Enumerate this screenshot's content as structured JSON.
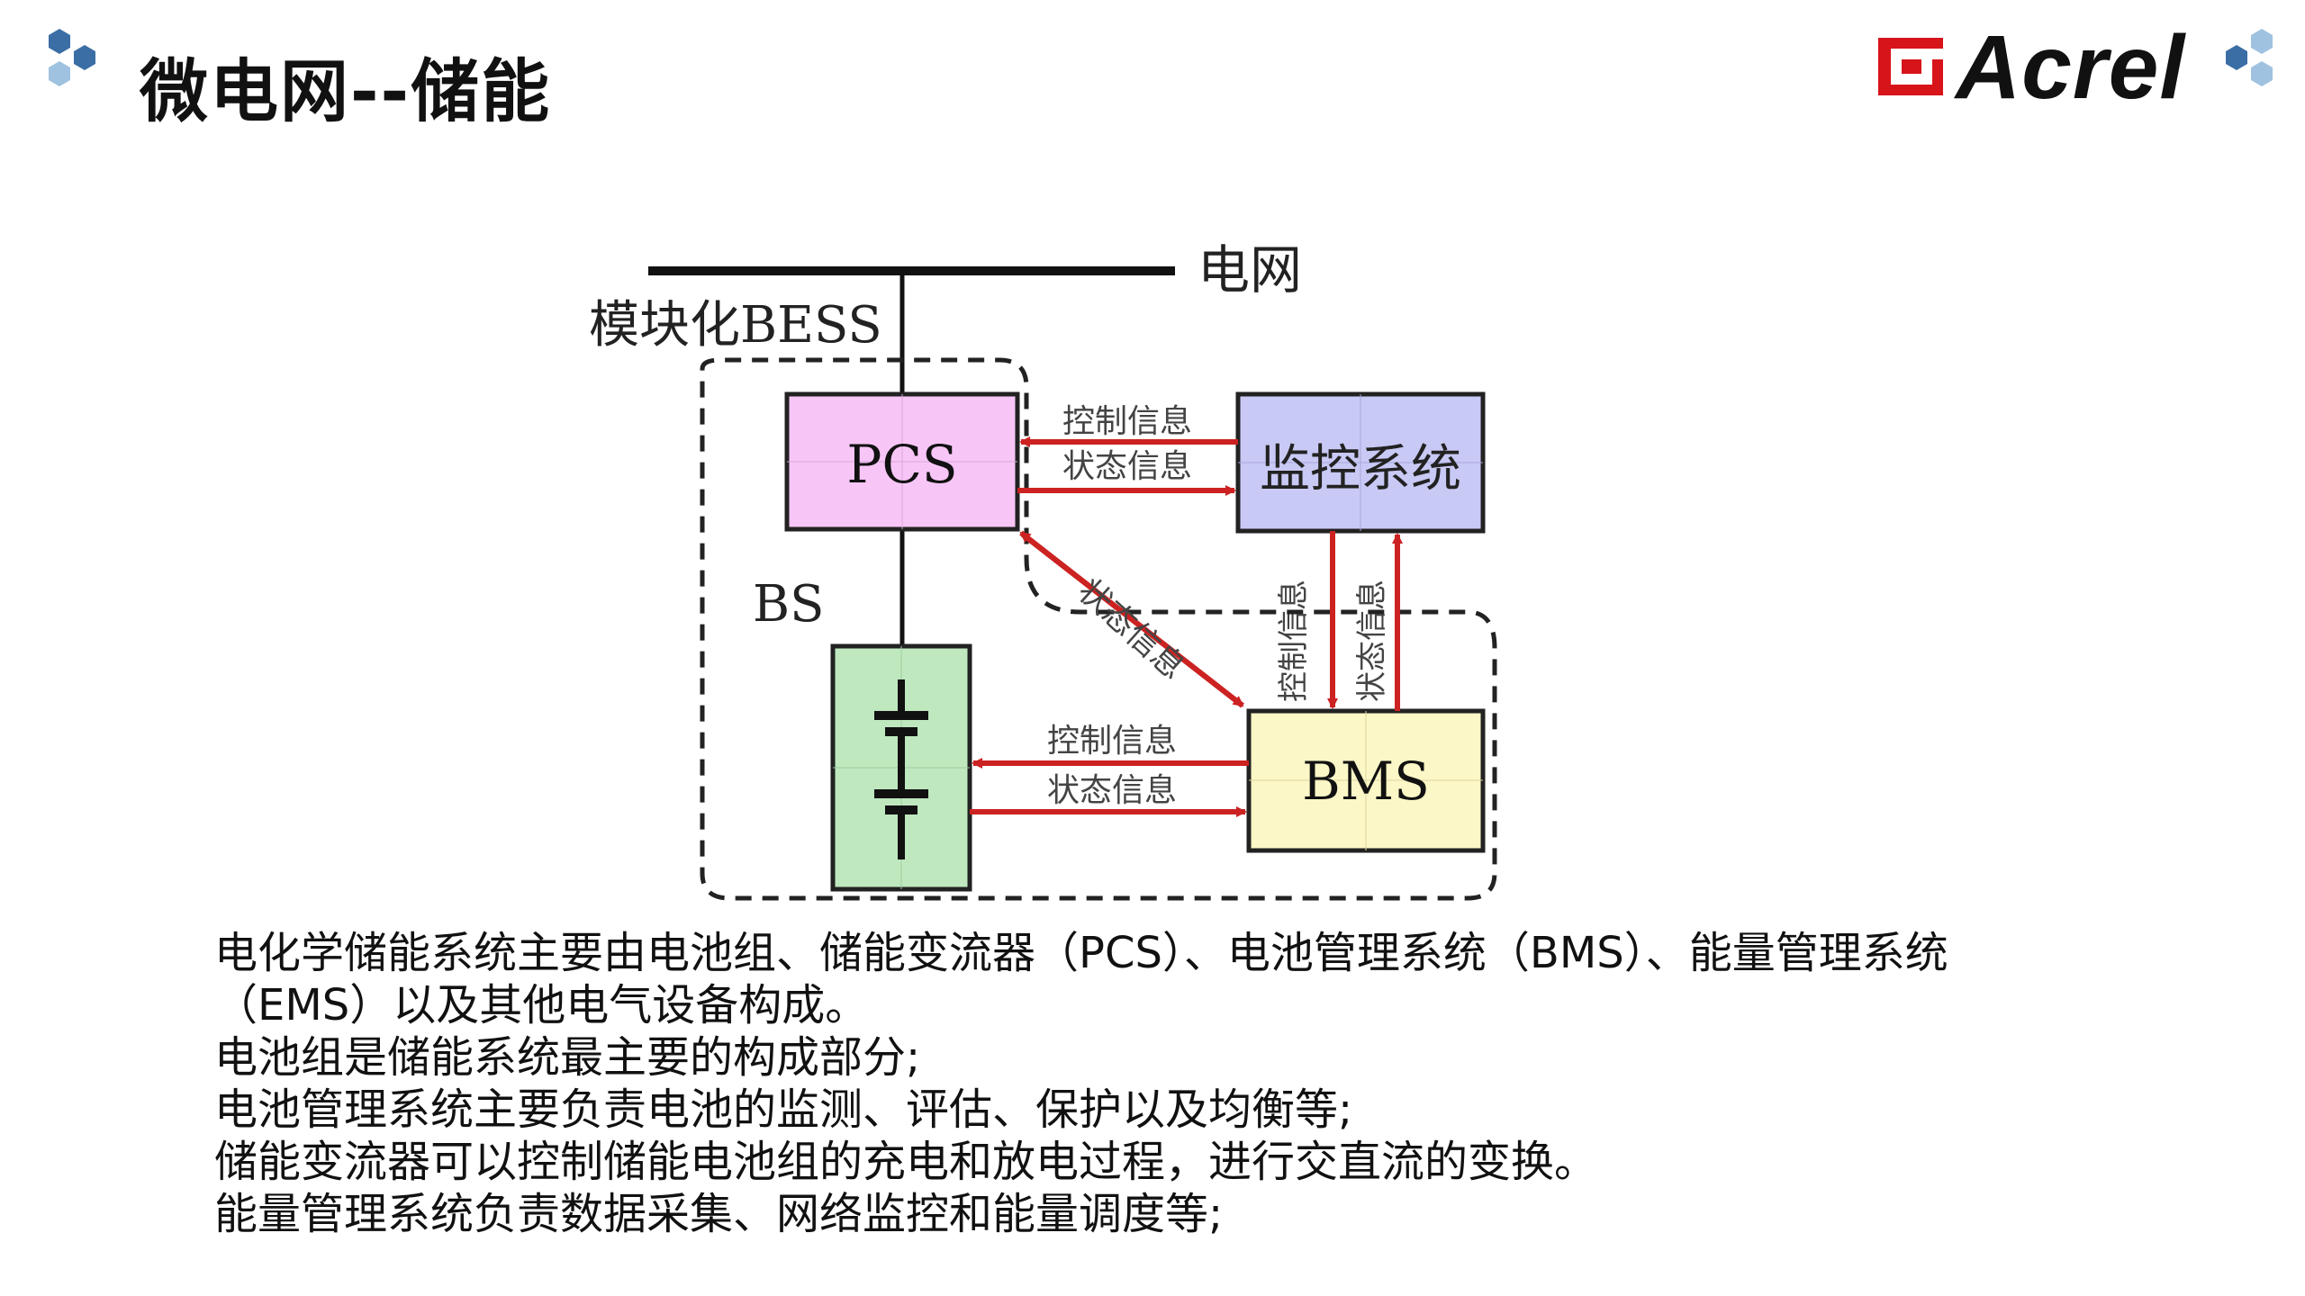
{
  "header": {
    "title": "微电网--储能",
    "brand": "Acrel",
    "accent_dark": "#3a6ea5",
    "accent_light": "#9fc2e0",
    "brand_red": "#d7141a"
  },
  "diagram": {
    "grid_label": "电网",
    "bess_label": "模块化BESS",
    "pcs_label": "PCS",
    "monitor_label": "监控系统",
    "bs_label": "BS",
    "bms_label": "BMS",
    "ctrl_info": "控制信息",
    "state_info": "状态信息",
    "colors": {
      "pcs_fill": "#f7c6f6",
      "monitor_fill": "#c9c9f5",
      "battery_fill": "#bfe8bf",
      "bms_fill": "#fbf7c6",
      "arrow": "#cc2222"
    }
  },
  "description": {
    "lines": [
      "电化学储能系统主要由电池组、储能变流器（PCS）、电池管理系统（BMS）、能量管理系统",
      "（EMS）以及其他电气设备构成。",
      "电池组是储能系统最主要的构成部分;",
      "电池管理系统主要负责电池的监测、评估、保护以及均衡等;",
      "储能变流器可以控制储能电池组的充电和放电过程，进行交直流的变换。",
      "能量管理系统负责数据采集、网络监控和能量调度等;"
    ]
  }
}
